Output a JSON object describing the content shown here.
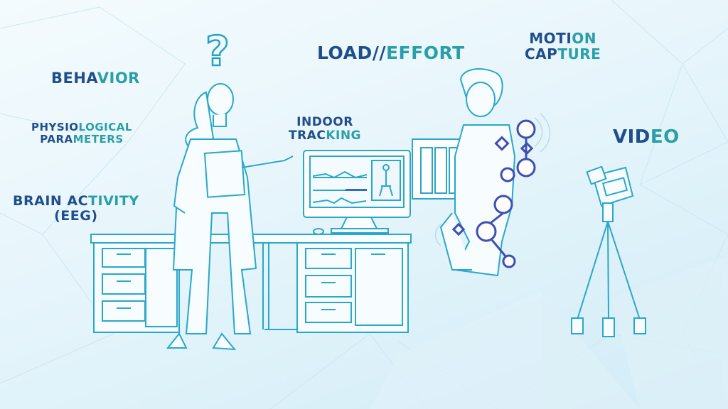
{
  "colors": {
    "label_dark": "#1f4e8c",
    "label_teal": "#2a9fa8",
    "line_art": "#2aa7c9",
    "robot_accent": "#3d4fb0",
    "background": "#e6f5fb"
  },
  "labels": {
    "behavior": {
      "dark": "BEHA",
      "teal": "VIOR"
    },
    "physiological": {
      "line1_dark": "PHYSIO",
      "line1_teal": "LOGICAL",
      "line2_dark": "PARA",
      "line2_teal": "METERS"
    },
    "brain": {
      "line1_dark": "BRAIN AC",
      "line1_teal": "TIVITY",
      "line2": "(EEG)"
    },
    "indoor": {
      "line1_dark": "INDOOR",
      "line2_dark": "TRAC",
      "line2_teal": "KING"
    },
    "load": {
      "dark": "LOAD//",
      "teal": "EFFORT"
    },
    "motion": {
      "line1_dark": "MOTI",
      "line1_teal": "ON",
      "line2_dark": "CAP",
      "line2_teal": "TURE"
    },
    "video": {
      "dark": "VID",
      "teal": "EO"
    }
  },
  "question_mark": "?",
  "icons": [
    "question-mark-icon"
  ]
}
